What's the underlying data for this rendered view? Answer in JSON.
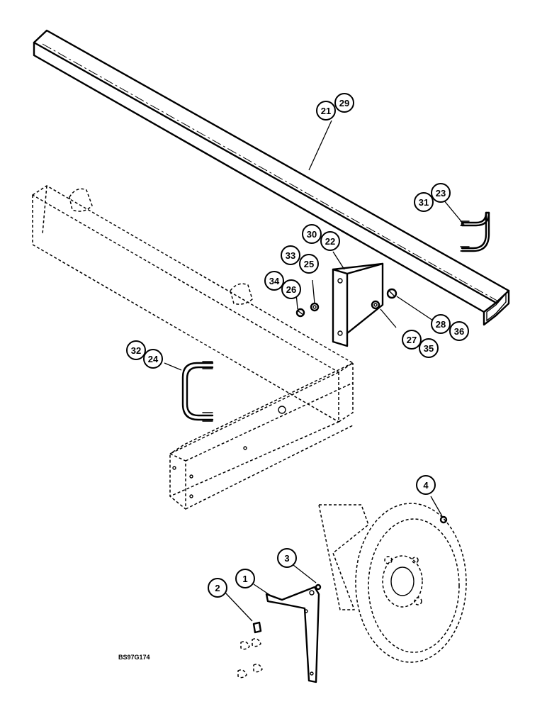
{
  "drawing_ref": "BS97G174",
  "callouts": [
    {
      "id": "c21",
      "label": "21"
    },
    {
      "id": "c29",
      "label": "29"
    },
    {
      "id": "c31",
      "label": "31"
    },
    {
      "id": "c23",
      "label": "23"
    },
    {
      "id": "c30",
      "label": "30"
    },
    {
      "id": "c22",
      "label": "22"
    },
    {
      "id": "c33",
      "label": "33"
    },
    {
      "id": "c25",
      "label": "25"
    },
    {
      "id": "c34",
      "label": "34"
    },
    {
      "id": "c26",
      "label": "26"
    },
    {
      "id": "c28",
      "label": "28"
    },
    {
      "id": "c36",
      "label": "36"
    },
    {
      "id": "c27",
      "label": "27"
    },
    {
      "id": "c35",
      "label": "35"
    },
    {
      "id": "c32",
      "label": "32"
    },
    {
      "id": "c24",
      "label": "24"
    },
    {
      "id": "c4",
      "label": "4"
    },
    {
      "id": "c3",
      "label": "3"
    },
    {
      "id": "c1",
      "label": "1"
    },
    {
      "id": "c2",
      "label": "2"
    }
  ]
}
